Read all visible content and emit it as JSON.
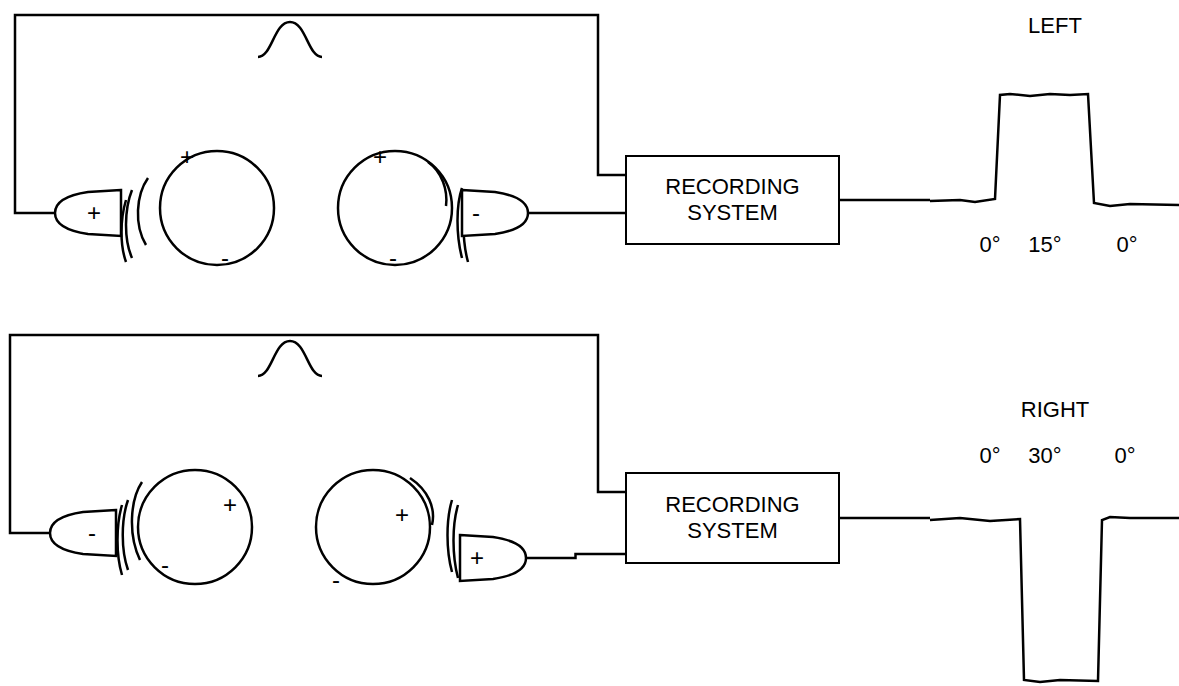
{
  "diagram": {
    "nodes": [
      {
        "text": [
          "+"
        ]
      },
      {
        "text": [
          "RECORDING SYSTEM"
        ]
      },
      {
        "text": [
          "-"
        ]
      },
      {
        "text": [
          "-"
        ]
      },
      {
        "text": [
          "RECORDING SYSTEM"
        ]
      },
      {
        "text": [
          "+"
        ]
      }
    ],
    "edges": [
      {
        "from": 0,
        "to": 1,
        "arrow": "none"
      },
      {
        "from": 2,
        "to": 1,
        "arrow": "none"
      },
      {
        "from": 3,
        "to": 4,
        "arrow": "none"
      },
      {
        "from": 5,
        "to": 4,
        "arrow": "none"
      }
    ],
    "labels": [
      "LEFT",
      "0°",
      "15°",
      "0°",
      "+",
      "-",
      "+",
      "-",
      "RIGHT",
      "0°",
      "30°",
      "0°",
      "+",
      "-",
      "+",
      "-"
    ]
  }
}
